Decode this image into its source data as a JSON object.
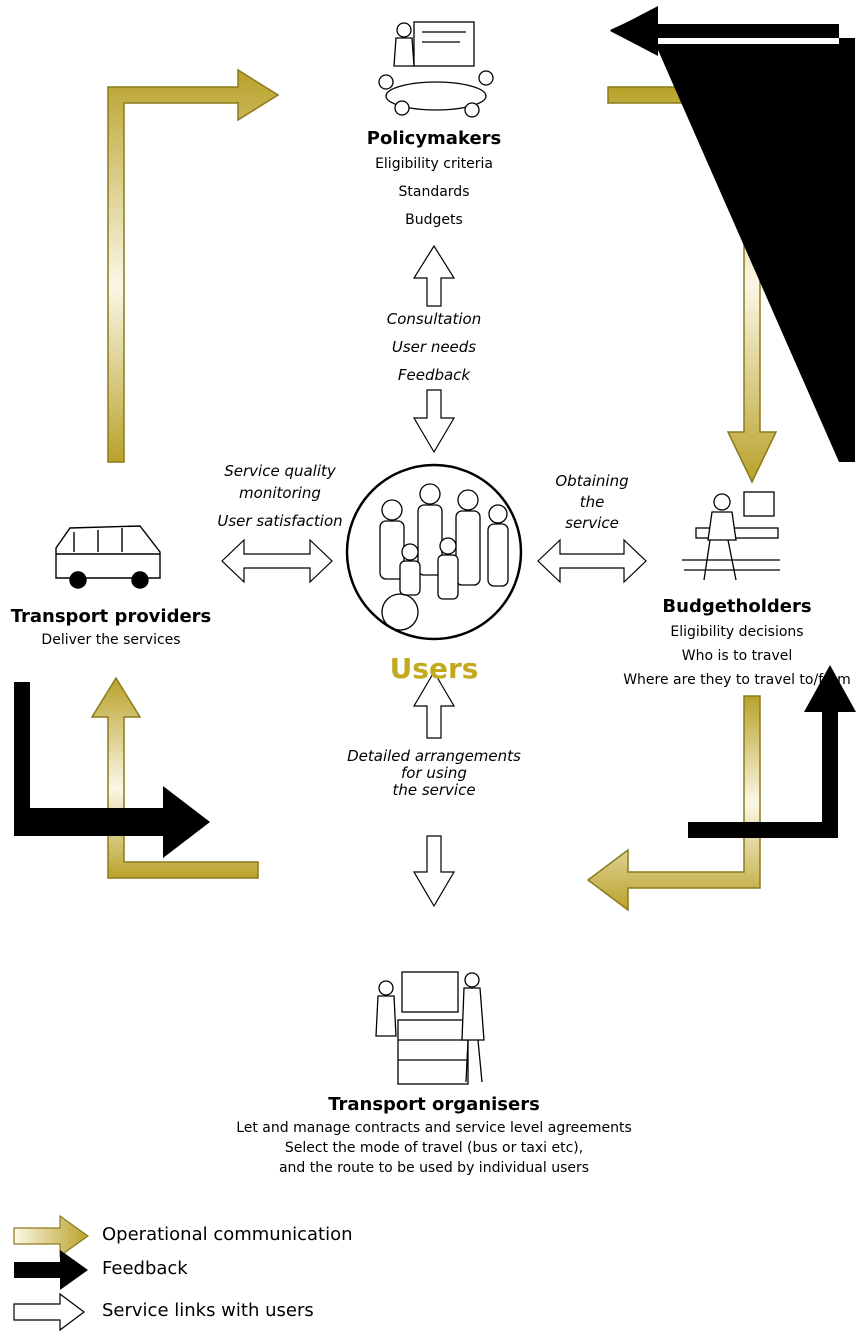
{
  "colors": {
    "operational_dark": "#b9a22a",
    "operational_light": "#fbf7e6",
    "feedback": "#000000",
    "service_link": "#ffffff",
    "users_text": "#c3a91d"
  },
  "policymakers": {
    "title": "Policymakers",
    "lines": [
      "Eligibility criteria",
      "Standards",
      "Budgets"
    ],
    "icon": "meeting-illustration"
  },
  "users": {
    "title": "Users",
    "icon": "user-group-illustration"
  },
  "transport_providers": {
    "title": "Transport providers",
    "lines": [
      "Deliver the services"
    ],
    "icon": "minivan-illustration"
  },
  "budgetholders": {
    "title": "Budgetholders",
    "lines": [
      "Eligibility decisions",
      "Who is to travel",
      "Where are they to travel to/from"
    ],
    "icon": "desk-worker-illustration"
  },
  "transport_organisers": {
    "title": "Transport organisers",
    "lines": [
      "Let and manage contracts and service level agreements",
      "Select the mode of travel (bus or taxi etc),",
      "and the route to be used by individual users"
    ],
    "icon": "office-illustration"
  },
  "links": {
    "policy_users": [
      "Consultation",
      "User needs",
      "Feedback"
    ],
    "providers_users": [
      "Service quality",
      "monitoring",
      "User satisfaction"
    ],
    "users_budget": [
      "Obtaining",
      "the",
      "service"
    ],
    "users_organisers": [
      "Detailed arrangements",
      "for using",
      "the service"
    ]
  },
  "legend": [
    {
      "label": "Operational communication",
      "kind": "operational"
    },
    {
      "label": "Feedback",
      "kind": "feedback"
    },
    {
      "label": "Service links with users",
      "kind": "service-link"
    }
  ]
}
